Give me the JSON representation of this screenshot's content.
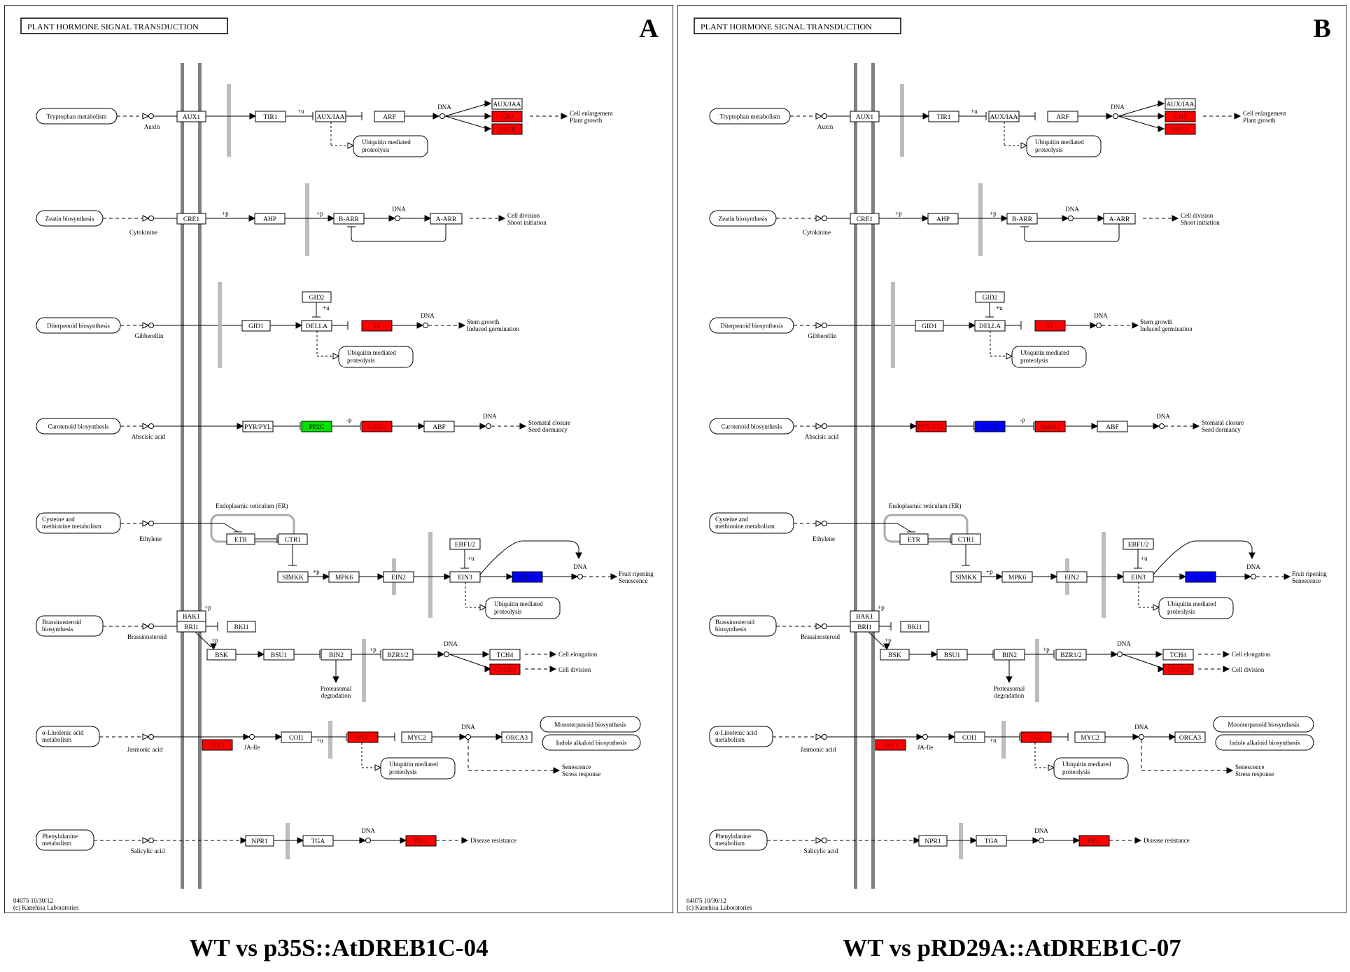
{
  "panels": [
    {
      "letter": "A",
      "title": "PLANT HORMONE SIGNAL TRANSDUCTION",
      "caption": "WT vs p35S::AtDREB1C-04",
      "footer_line1": "04075 10/30/12",
      "footer_line2": "(c) Kanehisa Laboratories",
      "colors": {
        "PYR/PYL": "white",
        "PP2C": "green",
        "EBF1/2 target": "blue"
      }
    },
    {
      "letter": "B",
      "title": "PLANT HORMONE SIGNAL TRANSDUCTION",
      "caption": "WT vs pRD29A::AtDREB1C-07",
      "footer_line1": "04075 10/30/12",
      "footer_line2": "(c) Kanehisa Laboratories",
      "colors": {
        "PYR/PYL": "red",
        "PP2C": "blue",
        "EBF1/2 target": "blue"
      }
    }
  ],
  "palette": {
    "red": "#ff0000",
    "green": "#00e000",
    "blue": "#0000ff",
    "white": "#ffffff"
  },
  "labels": {
    "tryptophan": "Tryptophan metabolism",
    "auxin": "Auxin",
    "aux1": "AUX1",
    "tir1": "TIR1",
    "u": "+u",
    "auxiaa": "AUX/IAA",
    "arf": "ARF",
    "dna": "DNA",
    "gh3": "GH3",
    "saur": "SAUR",
    "cell_enlarge1": "Cell enlargement",
    "cell_enlarge2": "Plant growth",
    "ubq1": "Ubiquitin mediated",
    "ubq2": "proteolysis",
    "zeatin": "Zeatin biosynthesis",
    "cytokinine": "Cytokinine",
    "cre1": "CRE1",
    "p": "+p",
    "ahp": "AHP",
    "barr": "B-ARR",
    "aarr": "A-ARR",
    "celldiv1": "Cell division",
    "celldiv2": "Shoot initiation",
    "diterpenoid": "Diterpenoid biosynthesis",
    "gibberellin": "Gibberellin",
    "gid1": "GID1",
    "gid2": "GID2",
    "della": "DELLA",
    "tf": "TF",
    "stem1": "Stem growth",
    "stem2": "Induced germination",
    "carotenoid": "Carotenoid biosynthesis",
    "abscisic": "Abscisic acid",
    "pyr": "PYR/PYL",
    "pp2c": "PP2C",
    "minus_p": "-p",
    "snrk2": "SnRK2",
    "abf": "ABF",
    "stomatal1": "Stomatal closure",
    "stomatal2": "Seed dormancy",
    "cysteine1": "Cysteine and",
    "cysteine2": "methionine metabolism",
    "ethylene": "Ethylene",
    "er": "Endoplasmic reticulum (ER)",
    "etr": "ETR",
    "ctr1": "CTR1",
    "simkk": "SIMKK",
    "mpk6": "MPK6",
    "ein2": "EIN2",
    "ebf": "EBF1/2",
    "ein3": "EIN3",
    "erf1": "ERF1/2",
    "fruit1": "Fruit ripening",
    "fruit2": "Senescence",
    "brass1": "Brassinosteroid",
    "brass2": "biosynthesis",
    "brassinosteroid": "Brassinosteroid",
    "bak1": "BAK1",
    "bri1": "BRI1",
    "bki1": "BKI1",
    "bsk": "BSK",
    "bsu1": "BSU1",
    "bin2": "BIN2",
    "bzr": "BZR1/2",
    "tch4": "TCH4",
    "cycd3": "CYCD3",
    "cellelong": "Cell elongation",
    "celldiv": "Cell division",
    "proteasomal1": "Proteasomal",
    "proteasomal2": "degradation",
    "linolenic1": "α-Linolenic acid",
    "linolenic2": "metabolism",
    "jasmonic": "Jasmonic acid",
    "jar1": "JAR1",
    "jaile": "JA-Ile",
    "coi1": "COI1",
    "jaz": "JAZ",
    "myc2": "MYC2",
    "orca3": "ORCA3",
    "monoterp": "Monoterpenoid biosynthesis",
    "indole": "Indole alkaloid biosynthesis",
    "senes1": "Senescence",
    "senes2": "Stress response",
    "phenyl1": "Phenylalanine",
    "phenyl2": "metabolism",
    "salicylic": "Salicylic acid",
    "npr1": "NPR1",
    "tga": "TGA",
    "pr1": "PR-1",
    "disease": "Disease resistance"
  }
}
